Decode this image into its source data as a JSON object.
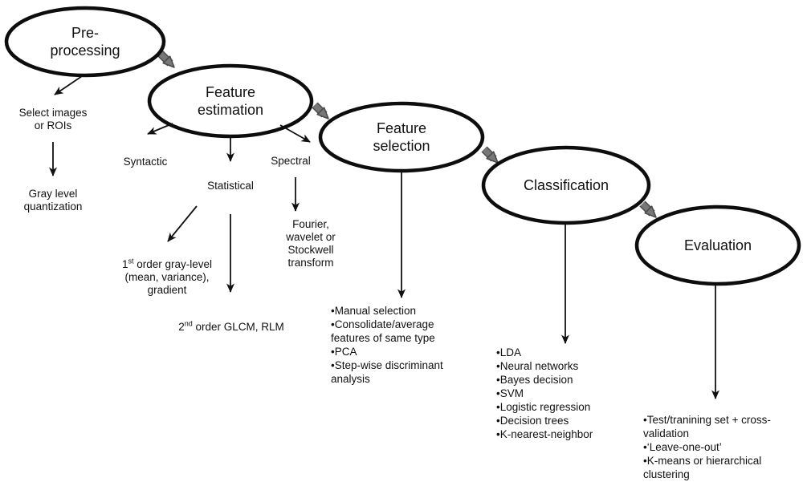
{
  "figure": {
    "stages": [
      {
        "id": "preprocessing",
        "label": "Pre-\nprocessing"
      },
      {
        "id": "feature-estimation",
        "label": "Feature\nestimation"
      },
      {
        "id": "feature-selection",
        "label": "Feature\nselection"
      },
      {
        "id": "classification",
        "label": "Classification"
      },
      {
        "id": "evaluation",
        "label": "Evaluation"
      }
    ],
    "preprocessing": {
      "select_images": "Select images\nor ROIs",
      "gray_level": "Gray level\nquantization"
    },
    "feature_estimation": {
      "syntactic": "Syntactic",
      "statistical": "Statistical",
      "spectral": "Spectral",
      "first_order": {
        "num": "1",
        "sup": "st",
        "rest": " order gray-level\n(mean, variance),\ngradient"
      },
      "second_order": {
        "num": "2",
        "sup": "nd",
        "rest": " order GLCM, RLM"
      },
      "spectral_methods": "Fourier,\nwavelet or\nStockwell\ntransform"
    },
    "feature_selection": {
      "items": [
        "Manual selection",
        "Consolidate/average features of same type",
        "PCA",
        "Step-wise discriminant analysis"
      ]
    },
    "classification": {
      "items": [
        "LDA",
        "Neural networks",
        "Bayes decision",
        "SVM",
        "Logistic regression",
        "Decision trees",
        "K-nearest-neighbor"
      ]
    },
    "evaluation": {
      "items": [
        "Test/tranining set + cross-validation",
        "‘Leave-one-out’",
        "K-means or hierarchical clustering"
      ]
    },
    "colors": {
      "ink": "#111111",
      "connector_fill": "#787878",
      "connector_edge": "#4a4a4a"
    }
  }
}
